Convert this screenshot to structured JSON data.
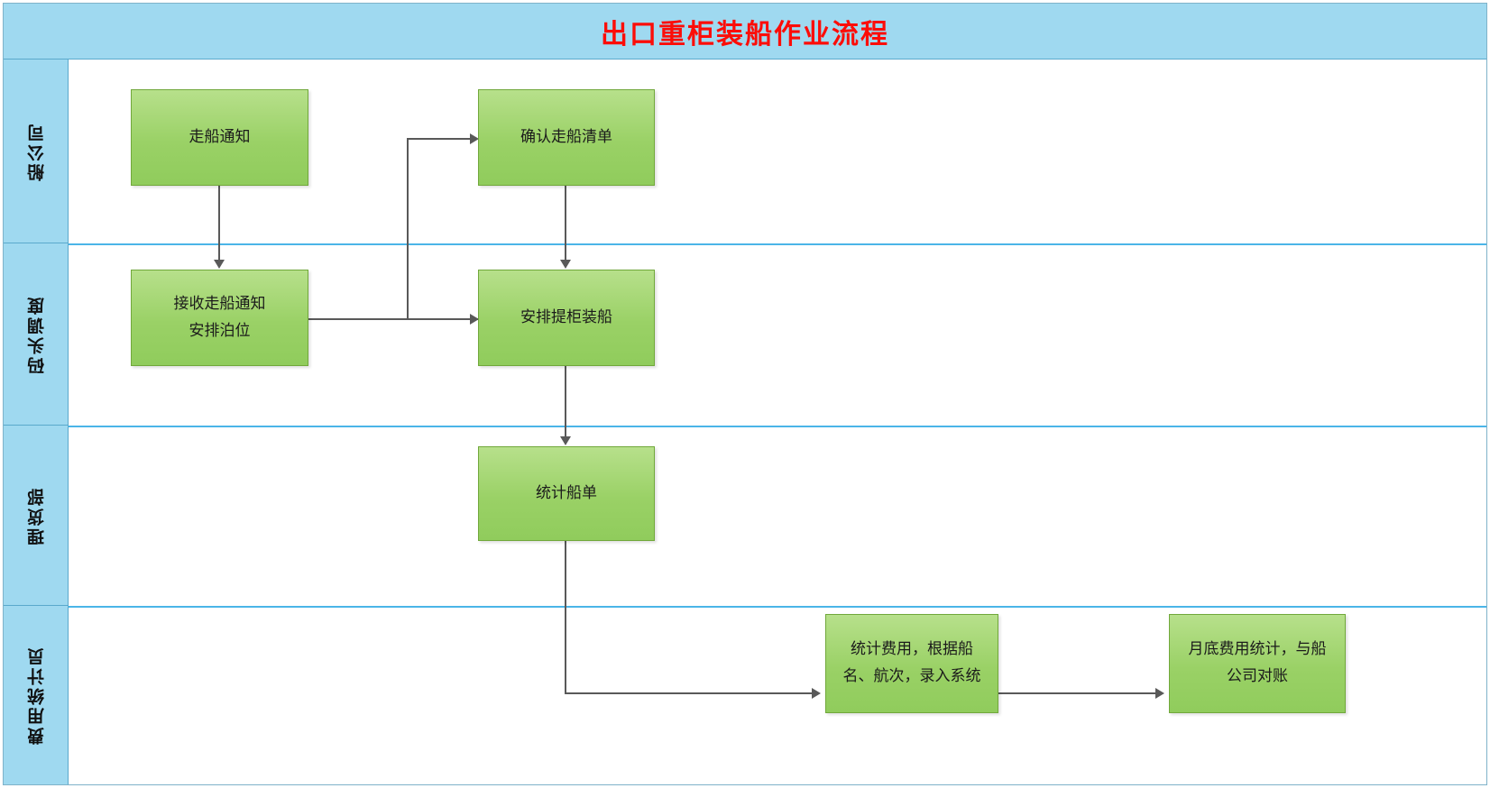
{
  "document": {
    "title": "出口重柜装船作业流程",
    "title_color": "#fc0d08",
    "header_background": "#9fd9f0",
    "node_fill": "#9ad166",
    "node_border": "#71a83b",
    "connector_color": "#595959",
    "lane_divider_color": "#4bb5e8"
  },
  "lanes": [
    {
      "id": "lane-shipping-company",
      "label": "船公司"
    },
    {
      "id": "lane-terminal-dispatch",
      "label": "码头调度"
    },
    {
      "id": "lane-tally-department",
      "label": "理货部"
    },
    {
      "id": "lane-fee-clerk",
      "label": "费用统计员"
    }
  ],
  "nodes": [
    {
      "id": "node-sailing-notice",
      "lane": "船公司",
      "label": "走船通知"
    },
    {
      "id": "node-confirm-sailing-list",
      "lane": "船公司",
      "label": "确认走船清单"
    },
    {
      "id": "node-receive-notice-berth",
      "lane": "码头调度",
      "label": "接收走船通知\n安排泊位"
    },
    {
      "id": "node-arrange-loading",
      "lane": "码头调度",
      "label": "安排提柜装船"
    },
    {
      "id": "node-tally-ship-list",
      "lane": "理货部",
      "label": "统计船单"
    },
    {
      "id": "node-record-fees",
      "lane": "费用统计员",
      "label": "统计费用，根据船\n名、航次，录入系统"
    },
    {
      "id": "node-monthly-reconcile",
      "lane": "费用统计员",
      "label": "月底费用统计，与船\n公司对账"
    }
  ],
  "connectors": [
    {
      "id": "conn-notice-to-receive",
      "from": "走船通知",
      "to": "接收走船通知安排泊位"
    },
    {
      "id": "conn-receive-to-confirm",
      "from": "接收走船通知安排泊位",
      "to": "确认走船清单"
    },
    {
      "id": "conn-receive-to-arrange",
      "from": "接收走船通知安排泊位",
      "to": "安排提柜装船"
    },
    {
      "id": "conn-confirm-to-arrange",
      "from": "确认走船清单",
      "to": "安排提柜装船"
    },
    {
      "id": "conn-arrange-to-tally",
      "from": "安排提柜装船",
      "to": "统计船单"
    },
    {
      "id": "conn-tally-to-record-fees",
      "from": "统计船单",
      "to": "统计费用，根据船名、航次，录入系统"
    },
    {
      "id": "conn-record-to-reconcile",
      "from": "统计费用，根据船名、航次，录入系统",
      "to": "月底费用统计，与船公司对账"
    }
  ]
}
